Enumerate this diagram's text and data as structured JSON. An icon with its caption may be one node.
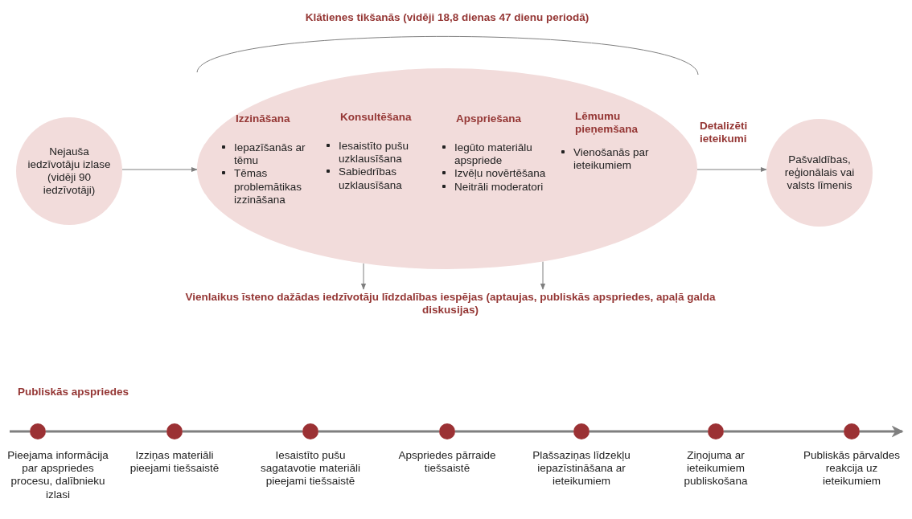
{
  "diagram": {
    "nodes": [
      {
        "text": [
          "Nejauša iedzīvotāju izlase (vidēji 90 iedzīvotāji)"
        ]
      },
      {
        "text": [
          "Izzināšana",
          "Iepazīšanās ar tēmu",
          "Tēmas problemātikas izzināšana",
          "Konsultēšana",
          "Iesaistīto pušu uzklausīšana",
          "Sabiedrības uzklausīšana",
          "Apspriešana",
          "Iegūto materiālu apspriede",
          "Izvēļu novērtēšana",
          "Neitrāli moderatori",
          "Lēmumu pieņemšana",
          "Vienošanās par ieteikumiem"
        ]
      },
      {
        "text": [
          "Pašvaldības, reģionālais vai valsts līmenis"
        ]
      },
      {
        "text": [
          "Vienlaikus īsteno dažādas iedzīvotāju līdzdalības iespējas (aptaujas, publiskās apspriedes, apaļā galda diskusijas)"
        ]
      },
      {
        "text": [],
        "shape": "circle",
        "beside": [
          "Pieejama informācija par apspriedes procesu, dalībnieku izlasi"
        ]
      },
      {
        "text": [],
        "shape": "circle",
        "beside": [
          "Izziņas materiāli pieejami tiešsaistē"
        ]
      },
      {
        "text": [],
        "shape": "circle",
        "beside": [
          "Iesaistīto pušu sagatavotie materiāli pieejami tiešsaistē"
        ]
      },
      {
        "text": [],
        "shape": "circle",
        "beside": [
          "Apspriedes pārraide tiešsaistē"
        ]
      },
      {
        "text": [],
        "shape": "circle",
        "beside": [
          "Plašsaziņas līdzekļu iepazīstināšana ar ieteikumiem"
        ]
      },
      {
        "text": [],
        "shape": "circle",
        "beside": [
          "Ziņojuma ar ieteikumiem publiskošana"
        ]
      },
      {
        "text": [],
        "shape": "circle",
        "beside": [
          "Publiskās pārvaldes reakcija uz ieteikumiem"
        ]
      }
    ],
    "edges": [
      {
        "from": 0,
        "to": 1,
        "arrow": "to"
      },
      {
        "from": 1,
        "to": 2,
        "arrow": "to",
        "label": "Detalizēti ieteikumi"
      },
      {
        "from": 1,
        "to": 3,
        "arrow": "to"
      },
      {
        "from": 1,
        "to": 3,
        "arrow": "to"
      },
      {
        "from": null,
        "to": 4,
        "arrow": "none"
      },
      {
        "from": 4,
        "to": 5,
        "arrow": "none"
      },
      {
        "from": 5,
        "to": 6,
        "arrow": "none"
      },
      {
        "from": 6,
        "to": 7,
        "arrow": "none"
      },
      {
        "from": 7,
        "to": 8,
        "arrow": "none"
      },
      {
        "from": 8,
        "to": 9,
        "arrow": "none"
      },
      {
        "from": 9,
        "to": 10,
        "arrow": "none"
      },
      {
        "from": 10,
        "to": null,
        "arrow": "to"
      }
    ],
    "labels": [
      "Klātienes tikšanās (vidēji 18,8 dienas 47 dienu periodā)",
      "Publiskās apspriedes"
    ]
  }
}
